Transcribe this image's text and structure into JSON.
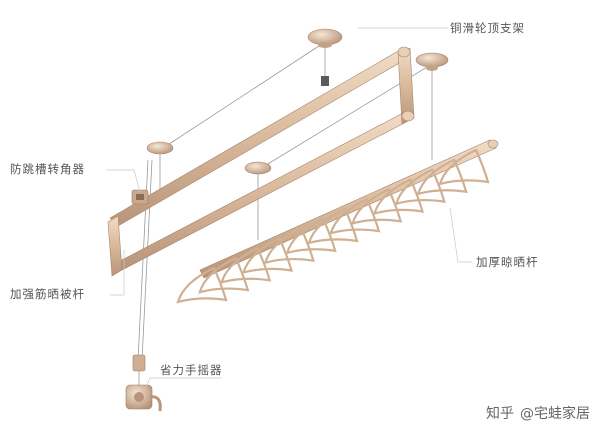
{
  "callouts": {
    "pulley_bracket": "铜滑轮顶支架",
    "anti_jump_corner": "防跳槽转角器",
    "reinforced_bar": "加强筋晒被杆",
    "thick_bar": "加厚晾晒杆",
    "hand_crank": "省力手摇器"
  },
  "watermark": {
    "platform": "知乎",
    "author": "@宅蛙家居"
  },
  "colors": {
    "frame": "#d9b99b",
    "frame_dark": "#b8947a",
    "cable": "#9a9a9a",
    "leader": "#c8c8c8",
    "text": "#555555"
  }
}
